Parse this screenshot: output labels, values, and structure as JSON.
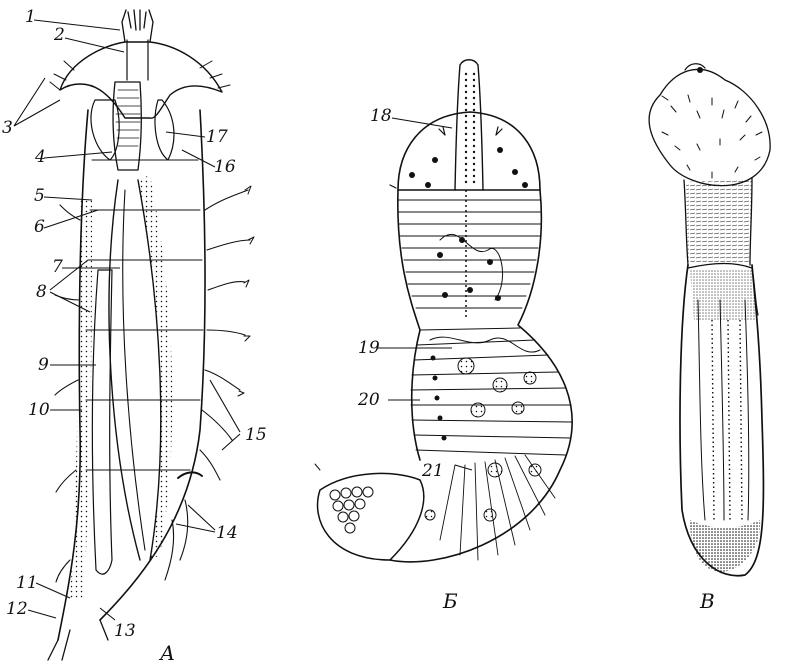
{
  "figure": {
    "panels": [
      {
        "id": "A",
        "label": "А"
      },
      {
        "id": "B",
        "label": "Б"
      },
      {
        "id": "V",
        "label": "В"
      }
    ],
    "callouts": [
      "1",
      "2",
      "3",
      "4",
      "5",
      "6",
      "7",
      "8",
      "9",
      "10",
      "11",
      "12",
      "13",
      "14",
      "15",
      "16",
      "17",
      "18",
      "19",
      "20",
      "21"
    ]
  }
}
